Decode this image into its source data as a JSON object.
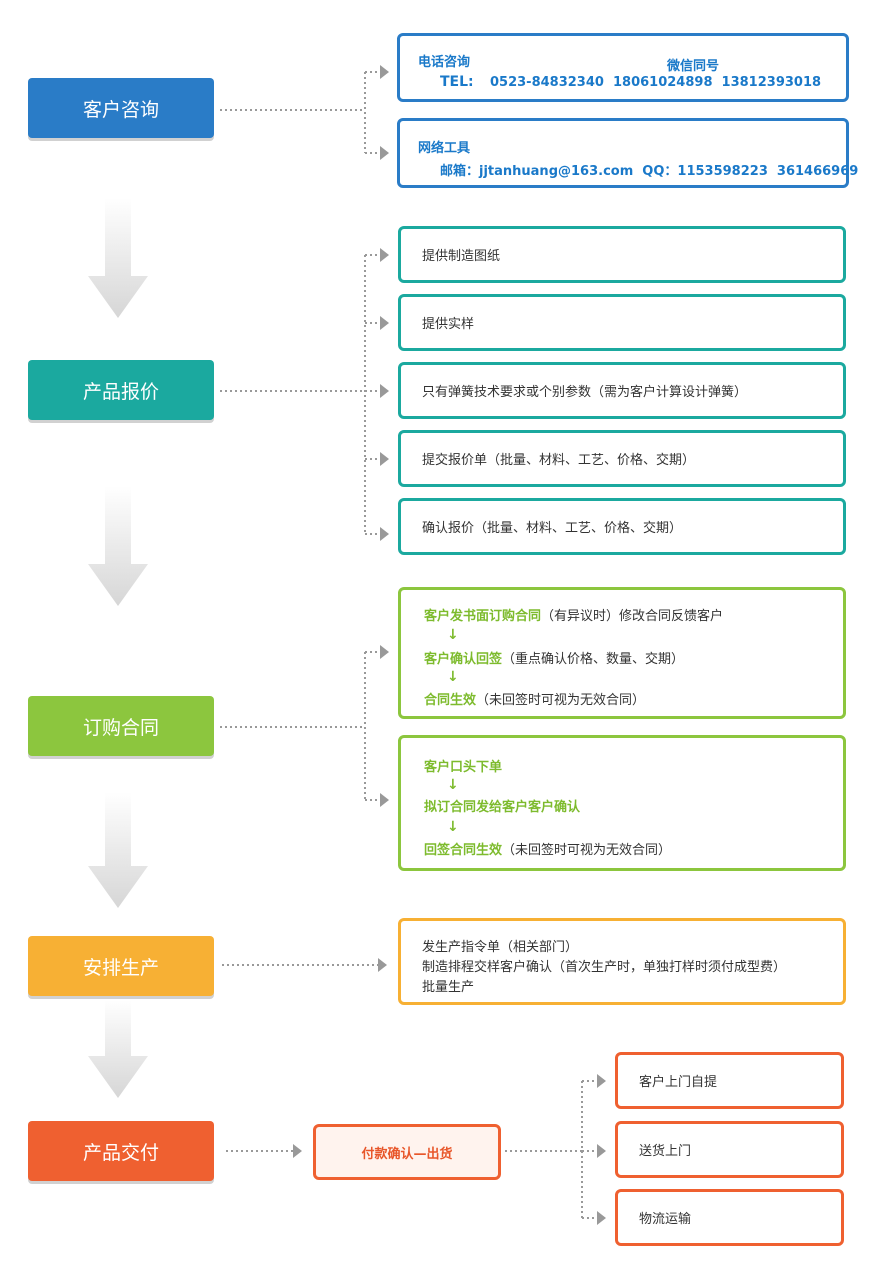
{
  "colors": {
    "blue": "#2a7cc7",
    "teal": "#1ba99f",
    "green": "#8cc63e",
    "orange": "#f7b034",
    "red": "#ef6030",
    "connector": "#999999"
  },
  "steps": [
    {
      "label": "客户咨询"
    },
    {
      "label": "产品报价"
    },
    {
      "label": "订购合同"
    },
    {
      "label": "安排生产"
    },
    {
      "label": "产品交付"
    }
  ],
  "consult": {
    "phone": {
      "title": "电话咨询",
      "wechat": "微信同号",
      "tel_label": "TEL:",
      "tel_numbers": "0523-84832340  18061024898  13812393018"
    },
    "online": {
      "title": "网络工具",
      "email_line": "邮箱：jjtanhuang@163.com  QQ：1153598223  361466969"
    }
  },
  "quote": {
    "items": [
      "提供制造图纸",
      "提供实样",
      "只有弹簧技术要求或个别参数（需为客户计算设计弹簧）",
      "提交报价单（批量、材料、工艺、价格、交期）",
      "确认报价（批量、材料、工艺、价格、交期）"
    ]
  },
  "contract": {
    "written": {
      "lines": [
        {
          "bold": "客户发书面订购合同",
          "rest": "（有异议时）修改合同反馈客户"
        },
        {
          "bold": "客户确认回签",
          "rest": "（重点确认价格、数量、交期）"
        },
        {
          "bold": "合同生效",
          "rest": "（未回签时可视为无效合同）"
        }
      ]
    },
    "verbal": {
      "lines": [
        {
          "bold": "客户口头下单",
          "rest": ""
        },
        {
          "bold": "拟订合同发给客户客户确认",
          "rest": ""
        },
        {
          "bold": "回签合同生效",
          "rest": "（未回签时可视为无效合同）"
        }
      ]
    },
    "down_arrow": "↓"
  },
  "production": {
    "lines": [
      "发生产指令单（相关部门）",
      "制造排程交样客户确认（首次生产时，单独打样时须付成型费）",
      "批量生产"
    ]
  },
  "delivery": {
    "payment": "付款确认—出货",
    "options": [
      "客户上门自提",
      "送货上门",
      "物流运输"
    ]
  }
}
